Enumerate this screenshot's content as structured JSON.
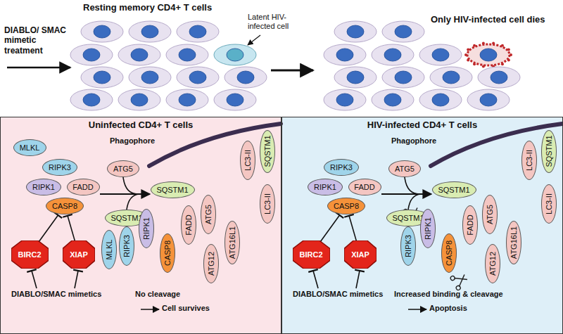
{
  "diagram": {
    "nodes": [
      {
        "text": [
          "Uninfected CD4+ T cells"
        ]
      },
      {
        "text": [
          "MLKL"
        ],
        "in": 0
      },
      {
        "text": [
          "RIPK3"
        ],
        "in": 0
      },
      {
        "text": [
          "RIPK1"
        ],
        "in": 0
      },
      {
        "text": [
          "FADD"
        ],
        "in": 0
      },
      {
        "text": [
          "ATG5"
        ],
        "in": 0
      },
      {
        "text": [
          "CASP8"
        ],
        "in": 0
      },
      {
        "text": [
          "SQSTM1"
        ],
        "in": 0
      },
      {
        "text": [
          "BIRC2"
        ],
        "in": 0
      },
      {
        "text": [
          "XIAP"
        ],
        "in": 0
      },
      {
        "text": [
          "SQSTM1"
        ],
        "in": 0
      },
      {
        "text": [
          "LC3-II"
        ],
        "in": 0
      },
      {
        "text": [
          "LC3-II"
        ],
        "in": 0
      },
      {
        "text": [
          "SQSTM1"
        ],
        "in": 0
      },
      {
        "text": [
          "MLKL"
        ],
        "in": 0
      },
      {
        "text": [
          "RIPK3"
        ],
        "in": 0
      },
      {
        "text": [
          "RIPK1"
        ],
        "in": 0
      },
      {
        "text": [
          "CASP8"
        ],
        "in": 0
      },
      {
        "text": [
          "FADD"
        ],
        "in": 0
      },
      {
        "text": [
          "ATG5"
        ],
        "in": 0
      },
      {
        "text": [
          "ATG12"
        ],
        "in": 0
      },
      {
        "text": [
          "ATG16L1"
        ],
        "in": 0
      },
      {
        "text": [
          "HIV-infected CD4+ T cells"
        ]
      },
      {
        "text": [
          "RIPK3"
        ],
        "in": 22
      },
      {
        "text": [
          "RIPK1"
        ],
        "in": 22
      },
      {
        "text": [
          "FADD"
        ],
        "in": 22
      },
      {
        "text": [
          "ATG5"
        ],
        "in": 22
      },
      {
        "text": [
          "CASP8"
        ],
        "in": 22
      },
      {
        "text": [
          "SQSTM1"
        ],
        "in": 22
      },
      {
        "text": [
          "BIRC2"
        ],
        "in": 22
      },
      {
        "text": [
          "XIAP"
        ],
        "in": 22
      },
      {
        "text": [
          "SQSTM1"
        ],
        "in": 22
      },
      {
        "text": [
          "LC3-II"
        ],
        "in": 22
      },
      {
        "text": [
          "LC3-II"
        ],
        "in": 22
      },
      {
        "text": [
          "SQSTM1"
        ],
        "in": 22
      },
      {
        "text": [
          "RIPK3"
        ],
        "in": 22
      },
      {
        "text": [
          "RIPK1"
        ],
        "in": 22
      },
      {
        "text": [
          "CASP8"
        ],
        "in": 22
      },
      {
        "text": [
          "FADD"
        ],
        "in": 22
      },
      {
        "text": [
          "ATG5"
        ],
        "in": 22
      },
      {
        "text": [
          "ATG12"
        ],
        "in": 22
      },
      {
        "text": [
          "ATG16L1"
        ],
        "in": 22
      }
    ],
    "edges": [
      {
        "from": 8,
        "to": 6,
        "arrow": "to"
      },
      {
        "from": 9,
        "to": 6,
        "arrow": "to"
      },
      {
        "from": 29,
        "to": 27,
        "arrow": "to"
      },
      {
        "from": 30,
        "to": 27,
        "arrow": "to"
      }
    ],
    "labels": [
      "Resting memory CD4+ T cells",
      "DIABLO/ SMAC mimetic treatment",
      "Latent HIV-infected cell",
      "Only HIV-infected cell dies",
      "Phagophore",
      "DIABLO/SMAC mimetics",
      "No cleavage",
      "Cell survives",
      "Phagophore",
      "DIABLO/SMAC mimetics",
      "Increased binding & cleavage",
      "Apoptosis"
    ]
  }
}
